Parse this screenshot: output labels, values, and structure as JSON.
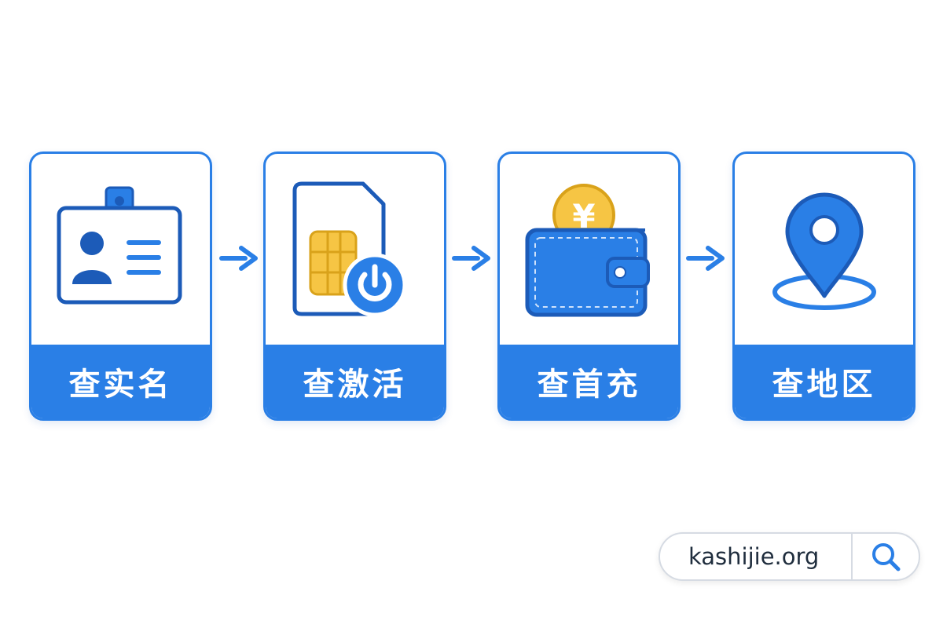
{
  "steps": [
    {
      "label": "查实名",
      "icon": "id-card-icon"
    },
    {
      "label": "查激活",
      "icon": "sim-card-power-icon"
    },
    {
      "label": "查首充",
      "icon": "wallet-coin-icon"
    },
    {
      "label": "查地区",
      "icon": "location-pin-icon"
    }
  ],
  "coin_symbol": "¥",
  "search": {
    "value": "kashijie.org",
    "icon": "search-icon"
  },
  "colors": {
    "primary": "#2a7fe6",
    "dark_blue": "#1c5bb8",
    "gold": "#f6c544",
    "background": "#ffffff"
  }
}
